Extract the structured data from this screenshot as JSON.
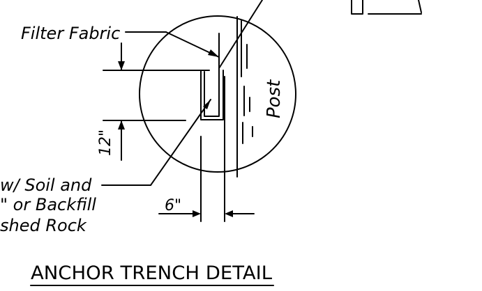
{
  "labels": {
    "filter_fabric": "Filter Fabric",
    "post": "Post",
    "dim_height": "12\"",
    "dim_width": "6\"",
    "backfill_line1": "w/ Soil and",
    "backfill_line2": "\" or Backfill",
    "backfill_line3": "shed Rock"
  },
  "title": "ANCHOR TRENCH DETAIL"
}
